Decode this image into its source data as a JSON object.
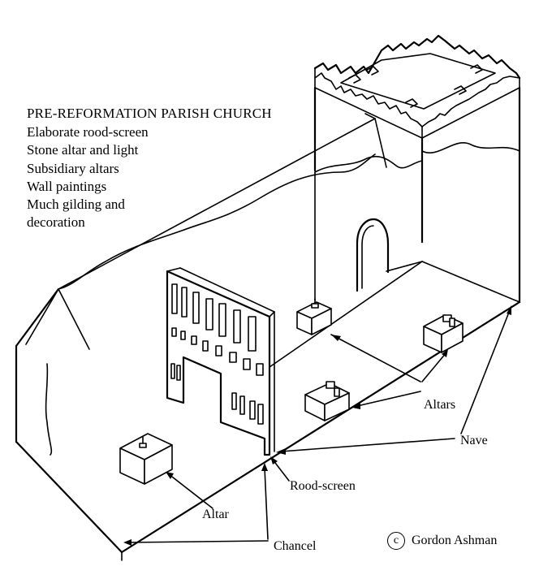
{
  "title": {
    "heading": "PRE-REFORMATION PARISH CHURCH",
    "lines": [
      "Elaborate rood-screen",
      "Stone altar and light",
      "Subsidiary altars",
      "Wall paintings",
      "Much gilding and",
      "decoration"
    ]
  },
  "labels": {
    "altars": "Altars",
    "nave": "Nave",
    "rood_screen": "Rood-screen",
    "altar": "Altar",
    "chancel": "Chancel"
  },
  "credit": {
    "symbol": "c",
    "name": "Gordon Ashman"
  }
}
